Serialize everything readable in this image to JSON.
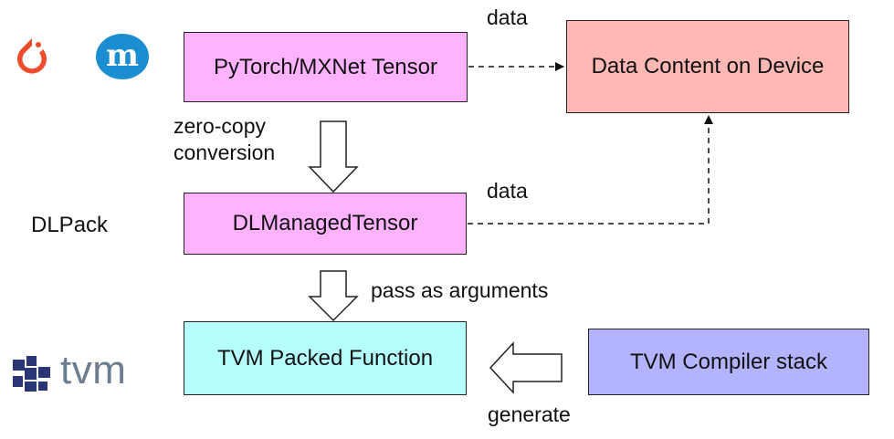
{
  "colors": {
    "tensor_box": "#ffb3ff",
    "device_box": "#ffb8b4",
    "tvm_packed_box": "#b6ffff",
    "compiler_box": "#b3b3ff",
    "pytorch_logo": "#ee4c2c",
    "mxnet_logo": "#1a8ed0",
    "tvm_logo_mark": "#2a3576",
    "tvm_logo_text": "#6b7d8e"
  },
  "logos": {
    "pytorch": "pytorch-logo-icon",
    "mxnet": "mxnet-logo-icon",
    "mxnet_glyph": "m",
    "tvm_text": "tvm"
  },
  "boxes": {
    "pytorch_tensor": "PyTorch/MXNet Tensor",
    "data_content": "Data Content on Device",
    "dl_managed_tensor": "DLManagedTensor",
    "tvm_packed_function": "TVM Packed Function",
    "tvm_compiler_stack": "TVM Compiler stack"
  },
  "labels": {
    "data_top": "data",
    "data_mid": "data",
    "zero_copy_line1": "zero-copy",
    "zero_copy_line2": "conversion",
    "dlpack": "DLPack",
    "pass_as_arguments": "pass as arguments",
    "generate": "generate"
  }
}
